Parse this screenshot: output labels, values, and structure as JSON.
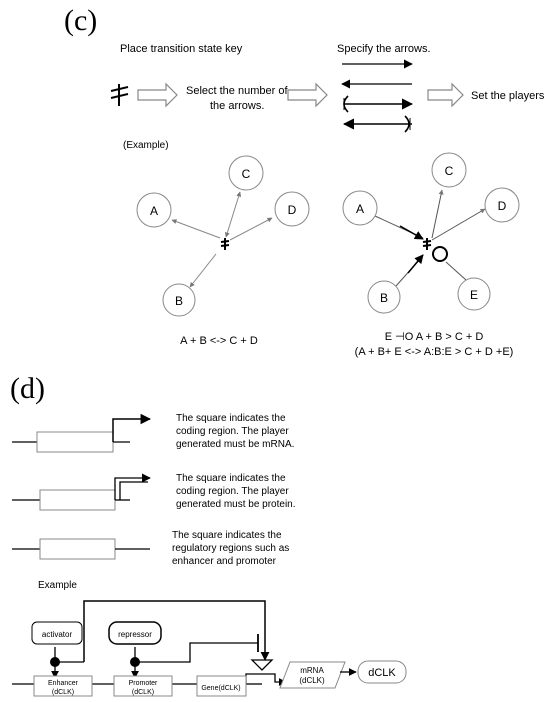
{
  "panel_c": {
    "label": "(c)",
    "place_key": "Place transition state key",
    "select_number": [
      "Select the number of",
      "the arrows."
    ],
    "specify_arrows": "Specify the arrows.",
    "set_players": "Set the players",
    "example": "(Example)",
    "nodes_left": [
      "A",
      "C",
      "D",
      "B"
    ],
    "nodes_right": [
      "A",
      "C",
      "D",
      "B",
      "E"
    ],
    "eq_left": "A + B <-> C + D",
    "eq_right_1": "E ⊣O  A + B > C + D",
    "eq_right_2": "(A + B+ E <-> A:B:E > C + D +E)"
  },
  "panel_d": {
    "label": "(d)",
    "desc_1": [
      "The square indicates the",
      "coding region.  The player",
      "generated must be mRNA."
    ],
    "desc_2": [
      "The square indicates the",
      "coding region.  The player",
      "generated must be protein."
    ],
    "desc_3": [
      "The square indicates the",
      "regulatory regions such as",
      "enhancer and promoter"
    ],
    "example": "Example",
    "activator": "activator",
    "repressor": "repressor",
    "enhancer": [
      "Enhancer",
      "(dCLK)"
    ],
    "promoter": [
      "Promoter",
      "(dCLK)"
    ],
    "gene": "Gene(dCLK)",
    "mrna": [
      "mRNA",
      "(dCLK)"
    ],
    "dclk": "dCLK"
  }
}
